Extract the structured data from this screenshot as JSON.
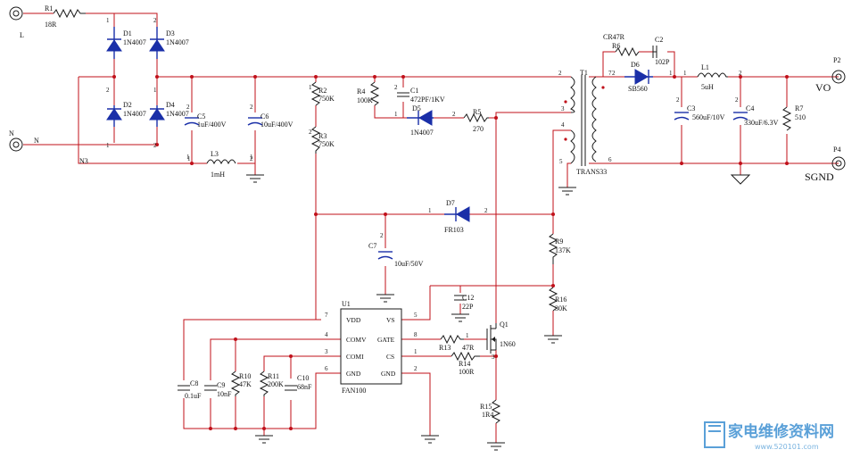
{
  "ports": {
    "L": "L",
    "N": "N",
    "P2": "P2",
    "VO": "VO",
    "P4": "P4",
    "SGND": "SGND",
    "N3": "N3"
  },
  "components": {
    "R1": {
      "ref": "R1",
      "value": "18R"
    },
    "D1": {
      "ref": "D1",
      "value": "1N4007"
    },
    "D2": {
      "ref": "D2",
      "value": "1N4007"
    },
    "D3": {
      "ref": "D3",
      "value": "1N4007"
    },
    "D4": {
      "ref": "D4",
      "value": "1N4007"
    },
    "C5": {
      "ref": "C5",
      "value": "1uF/400V"
    },
    "C6": {
      "ref": "C6",
      "value": "10uF/400V"
    },
    "L3": {
      "ref": "L3",
      "value": "1mH"
    },
    "R2": {
      "ref": "R2",
      "value": "750K"
    },
    "R3": {
      "ref": "R3",
      "value": "750K"
    },
    "R4": {
      "ref": "R4",
      "value": "100K"
    },
    "C1": {
      "ref": "C1",
      "value": "472PF/1KV"
    },
    "D5": {
      "ref": "D5",
      "value": "1N4007"
    },
    "R5": {
      "ref": "R5",
      "value": "270"
    },
    "T1": {
      "ref": "T1",
      "value": "TRANS33"
    },
    "R6": {
      "ref": "R6",
      "value": "CR47R"
    },
    "C2": {
      "ref": "C2",
      "value": "102P"
    },
    "D6": {
      "ref": "D6",
      "value": "SB560"
    },
    "C3": {
      "ref": "C3",
      "value": "560uF/10V"
    },
    "L1": {
      "ref": "L1",
      "value": "5uH"
    },
    "C4": {
      "ref": "C4",
      "value": "330uF/6.3V"
    },
    "R7": {
      "ref": "R7",
      "value": "510"
    },
    "D7": {
      "ref": "D7",
      "value": "FR103"
    },
    "C7": {
      "ref": "C7",
      "value": "10uF/50V"
    },
    "R9": {
      "ref": "R9",
      "value": "137K"
    },
    "C12": {
      "ref": "C12",
      "value": "22P"
    },
    "R16": {
      "ref": "R16",
      "value": "30K"
    },
    "U1": {
      "ref": "U1",
      "value": "FAN100"
    },
    "Q1": {
      "ref": "Q1",
      "value": "1N60"
    },
    "R13": {
      "ref": "R13",
      "value": "47R"
    },
    "R14": {
      "ref": "R14",
      "value": "100R"
    },
    "R15": {
      "ref": "R15",
      "value": "1R4"
    },
    "C8": {
      "ref": "C8",
      "value": "0.1uF"
    },
    "C9": {
      "ref": "C9",
      "value": "10nF"
    },
    "R10": {
      "ref": "R10",
      "value": "47K"
    },
    "R11": {
      "ref": "R11",
      "value": "200K"
    },
    "C10": {
      "ref": "C10",
      "value": "68nF"
    }
  },
  "ic_pins": {
    "vdd": "VDD",
    "comv": "COMV",
    "comi": "COMI",
    "gnd1": "GND",
    "vs": "VS",
    "gate": "GATE",
    "cs": "CS",
    "gnd2": "GND"
  },
  "pin_numbers": {
    "vdd": "7",
    "comv": "4",
    "comi": "3",
    "gnd1": "6",
    "vs": "5",
    "gate": "8",
    "cs": "1",
    "gnd2": "2"
  },
  "watermark": {
    "text": "家电维修资料网",
    "url": "www.520101.com"
  }
}
